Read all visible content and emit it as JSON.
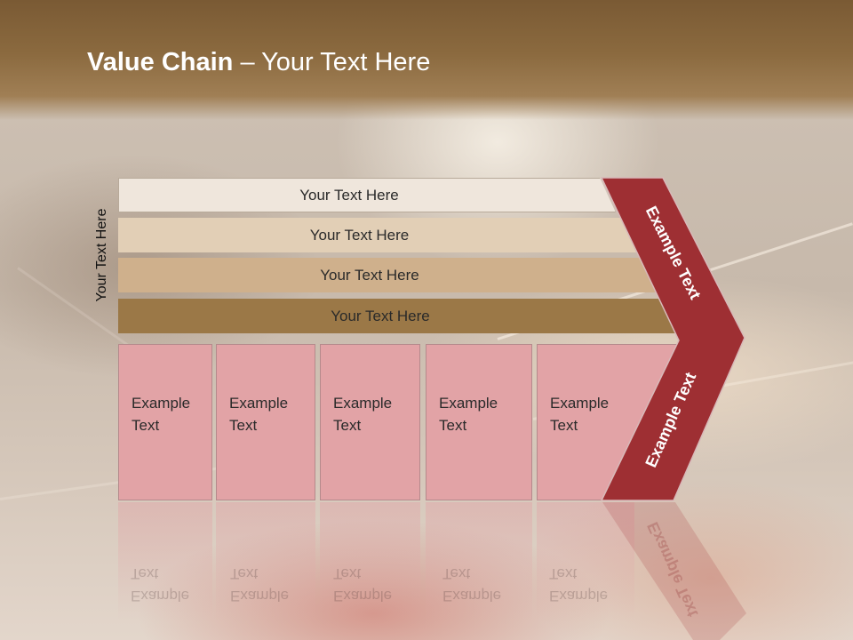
{
  "slide": {
    "title_bold": "Value Chain",
    "title_rest": " – Your Text Here",
    "side_label": "Your Text Here"
  },
  "stripes": [
    {
      "label": "Your Text Here",
      "color": "#efe6dc"
    },
    {
      "label": "Your Text Here",
      "color": "#e2cfb6"
    },
    {
      "label": "Your Text Here",
      "color": "#cfb08c"
    },
    {
      "label": "Your Text Here",
      "color": "#9b7847"
    }
  ],
  "boxes": [
    {
      "line1": "Example",
      "line2": "Text"
    },
    {
      "line1": "Example",
      "line2": "Text"
    },
    {
      "line1": "Example",
      "line2": "Text"
    },
    {
      "line1": "Example",
      "line2": "Text"
    },
    {
      "line1": "Example",
      "line2": "Text"
    }
  ],
  "chevron": {
    "upper_label": "Example Text",
    "lower_label": "Example Text",
    "color": "#9e2f33"
  },
  "colors": {
    "box_fill": "#e2a3a6",
    "title_band": "#8b6a3f"
  }
}
